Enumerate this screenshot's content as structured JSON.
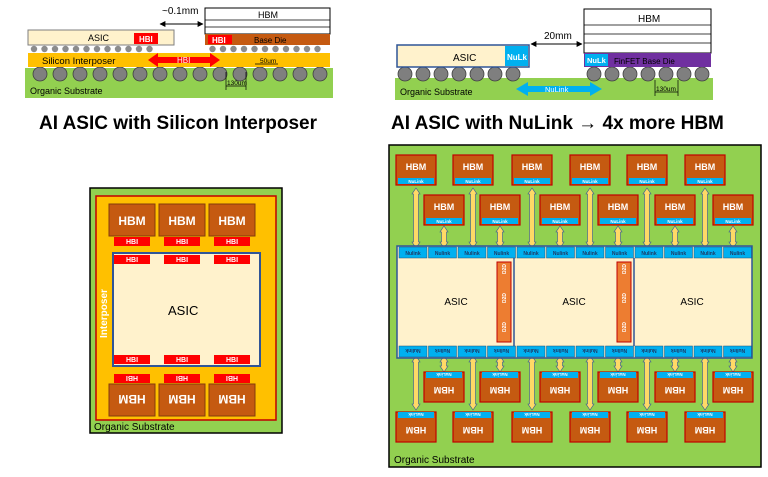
{
  "left_cross_section": {
    "asic_label": "ASIC",
    "hbi_small": "HBI",
    "hbi_die": "HBI",
    "hbm_label": "HBM",
    "base_die_label": "Base Die",
    "gap_label": "~0.1mm",
    "interposer_label": "Silicon Interposer",
    "hbi_bridge_label": "HBI",
    "bump_pitch_label": "50um",
    "ball_pitch_label": "130um",
    "substrate_label": "Organic Substrate"
  },
  "right_cross_section": {
    "asic_label": "ASIC",
    "nulink_asic": "NuLk",
    "nulink_die": "NuLk",
    "hbm_label": "HBM",
    "base_die_label": "FinFET Base Die",
    "gap_label": "20mm",
    "nulink_arrow_label": "NuLink",
    "ball_pitch_label": "130um",
    "substrate_label": "Organic Substrate"
  },
  "captions": {
    "left": "AI ASIC with Silicon Interposer",
    "right": "AI ASIC with NuLink → 4x more HBM"
  },
  "left_plan": {
    "hbm_label": "HBM",
    "hbi_label": "HBI",
    "asic_label": "ASIC",
    "interposer_label": "Interposer",
    "substrate_label": "Organic Substrate"
  },
  "right_plan": {
    "hbm_label": "HBM",
    "nulink_label": "Nulink",
    "nulink_tile_label": "NuLink",
    "asic_labels": [
      "ASIC",
      "ASIC",
      "ASIC"
    ],
    "d2d_label": "D2D",
    "substrate_label": "Organic Substrate"
  },
  "colors": {
    "substrate": "#92d050",
    "interposer": "#ffc000",
    "asic": "#fff2cc",
    "hbm": "#c55a11",
    "hbi": "#ff0000",
    "nulink": "#00b0f0",
    "base_die_purple": "#7030a0",
    "arrow_yellow": "#ffd966",
    "link_blue": "#2e75b6",
    "d2d": "#ed7d31"
  }
}
